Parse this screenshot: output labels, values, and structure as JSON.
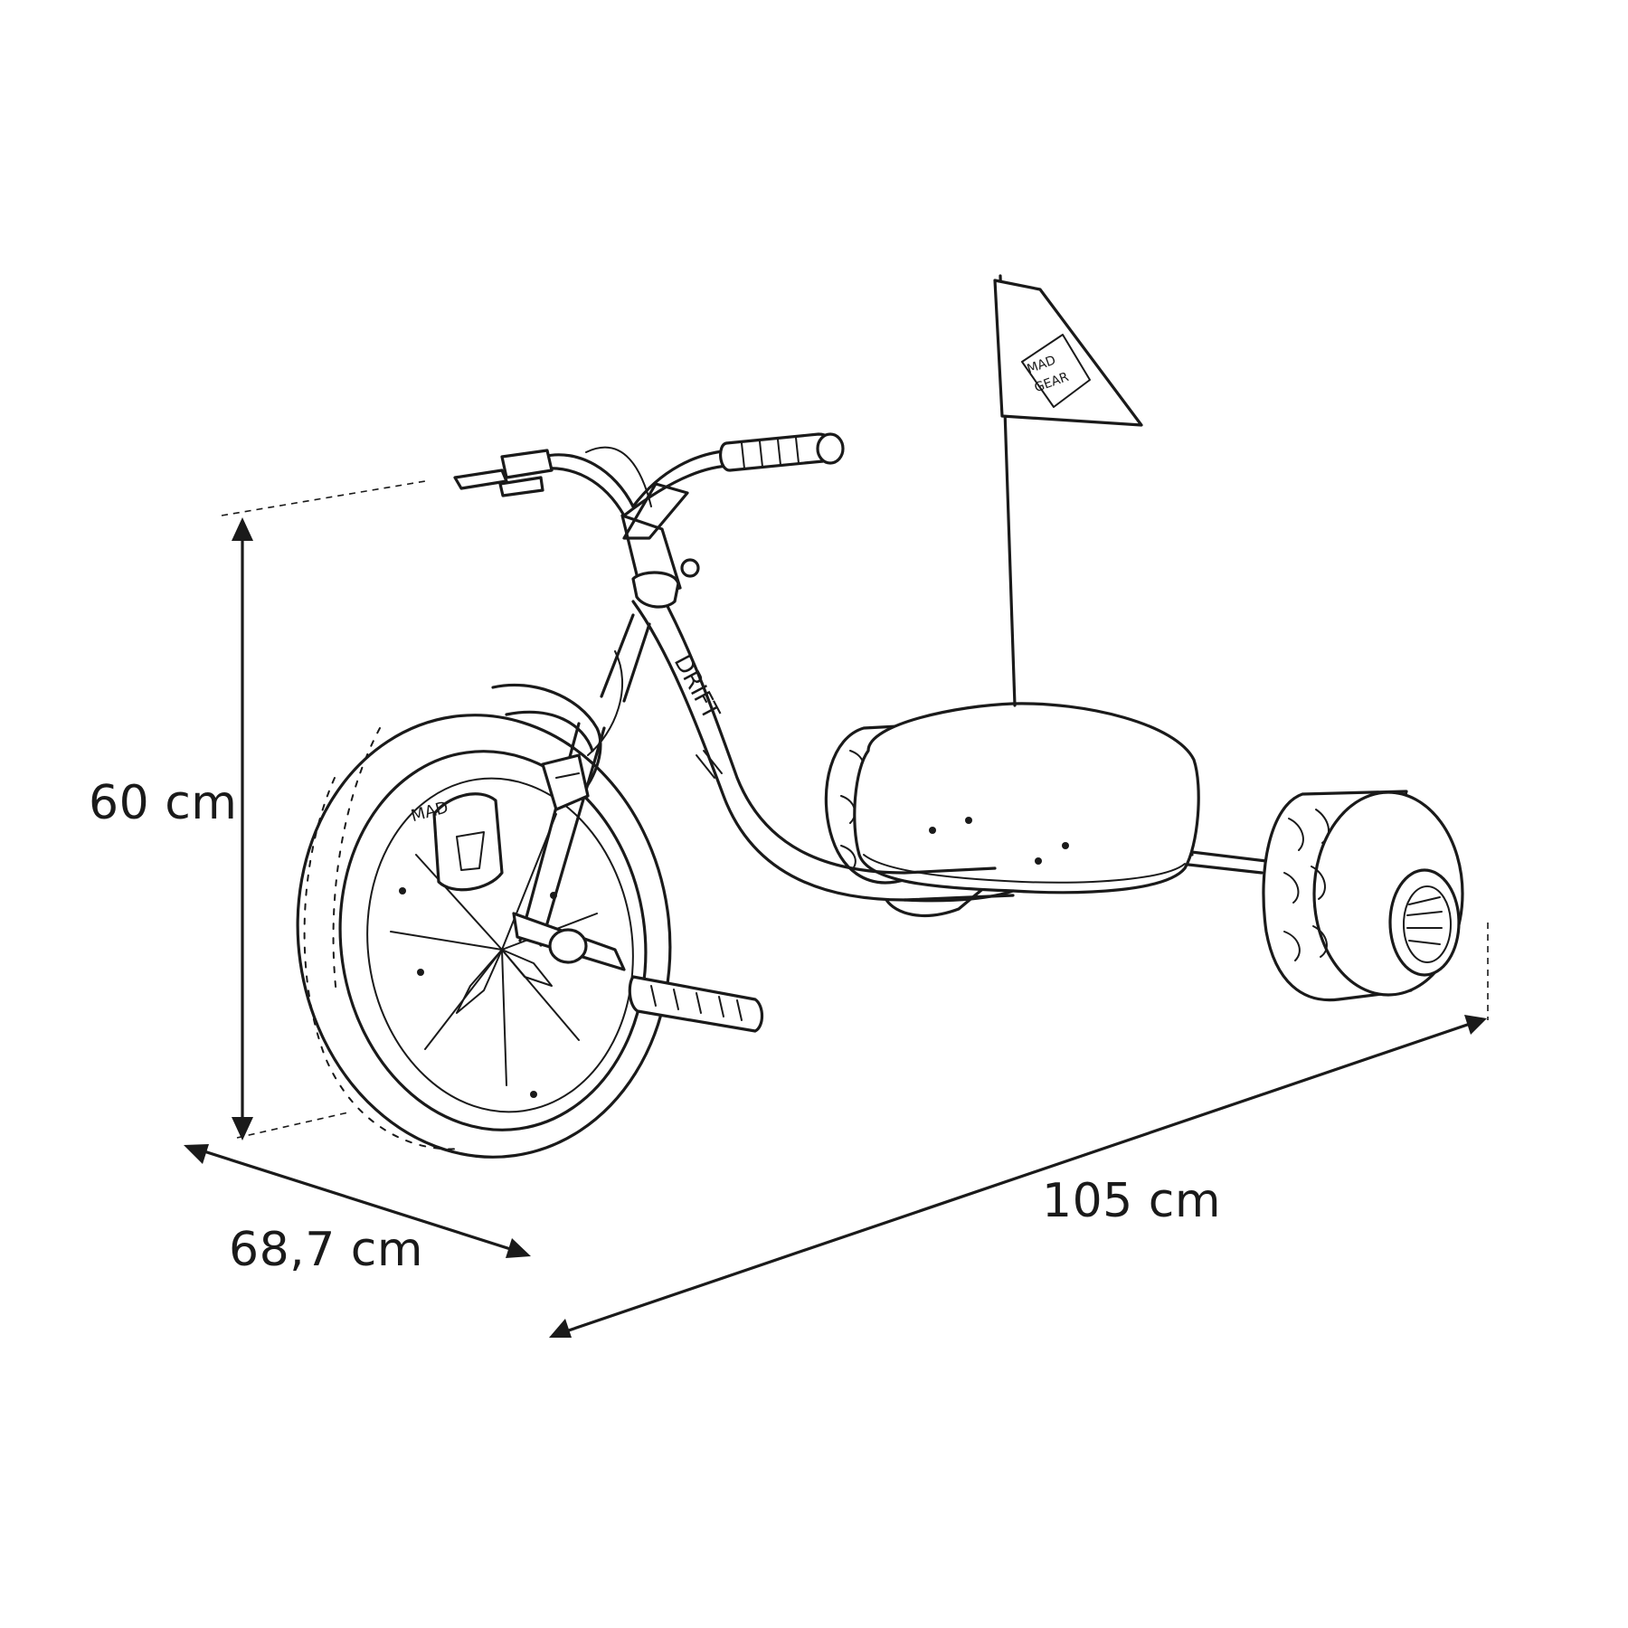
{
  "dimensions": {
    "height": "60 cm",
    "depth": "68,7 cm",
    "length": "105 cm"
  },
  "illustration": {
    "frame_text": "DRIFT",
    "flag_logo_text": "MAD GEAR"
  },
  "colors": {
    "line": "#1a1a1a",
    "background": "#ffffff"
  }
}
